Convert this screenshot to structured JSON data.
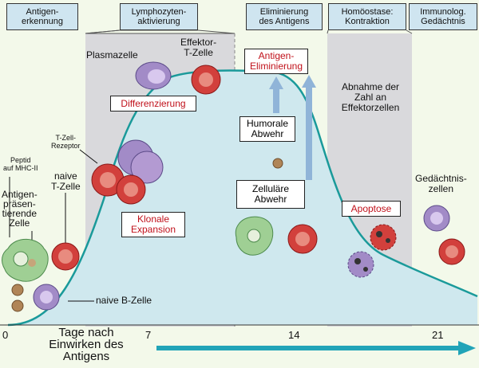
{
  "colors": {
    "background": "#f3f9ea",
    "band": "#d9d9dc",
    "curve": "#1a9a9a",
    "fill": "#cfe8ee",
    "header": "#cfe5f0",
    "arrow": "#21a4b8",
    "red_text": "#c0101a"
  },
  "phases": [
    {
      "label": "Antigen-\nerkennung"
    },
    {
      "label": "Lymphozyten-\naktivierung"
    },
    {
      "label": "Eliminierung\ndes Antigens"
    },
    {
      "label": "Homöostase:\nKontraktion"
    },
    {
      "label": "Immunolog.\nGedächtnis"
    }
  ],
  "boxes": {
    "differenzierung": "Differenzierung",
    "klonale_expansion": "Klonale\nExpansion",
    "antigen_eliminierung": "Antigen-\nEliminierung",
    "humorale_abwehr": "Humorale\nAbwehr",
    "zellulaere_abwehr": "Zelluläre\nAbwehr",
    "apoptose": "Apoptose"
  },
  "labels": {
    "plasmazelle": "Plasmazelle",
    "effektor_t_zelle": "Effektor-\nT-Zelle",
    "t_zell_rezeptor": "T-Zell-\nRezeptor",
    "peptid_mhc": "Peptid\nauf MHC-II",
    "naive_t_zelle": "naive\nT-Zelle",
    "apc": "Antigen-\npräsen-\ntierende\nZelle",
    "naive_b_zelle": "naive B-Zelle",
    "abnahme": "Abnahme der\nZahl an\nEffektorzellen",
    "gedaechtniszellen": "Gedächtnis-\nzellen"
  },
  "axis": {
    "title": "Tage nach\nEinwirken des\nAntigens",
    "ticks": [
      "0",
      "7",
      "14",
      "21"
    ]
  }
}
